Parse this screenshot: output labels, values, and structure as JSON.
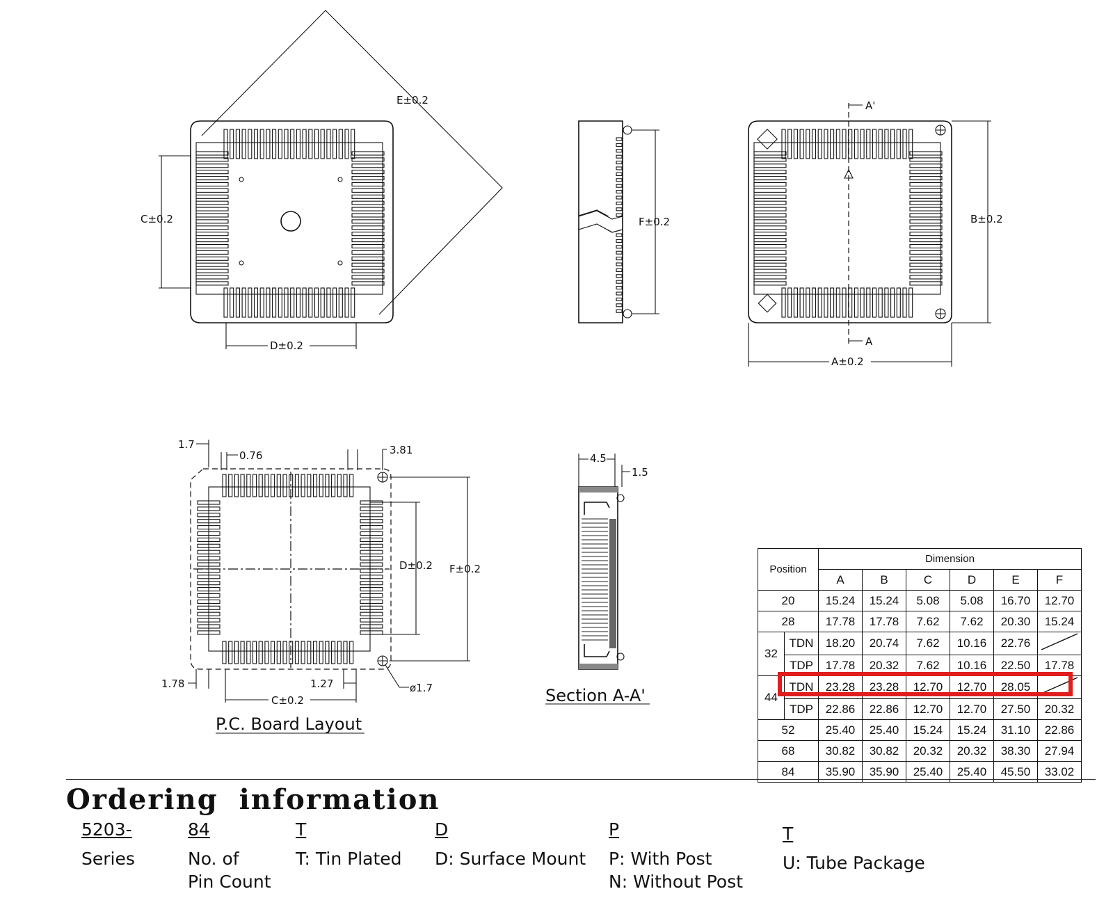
{
  "drawing": {
    "labels": {
      "e_dim": "E±0.2",
      "c_dim": "C±0.2",
      "d_dim": "D±0.2",
      "f_dim": "F±0.2",
      "b_dim": "B±0.2",
      "a_dim": "A±0.2",
      "section_a_prime": "A'",
      "section_a": "A",
      "pcb_1_7": "1.7",
      "pcb_0_76": "0.76",
      "pcb_3_81": "3.81",
      "pcb_d_dim": "D±0.2",
      "pcb_f_dim": "F±0.2",
      "pcb_1_78": "1.78",
      "pcb_1_27": "1.27",
      "pcb_c_dim": "C±0.2",
      "pcb_hole": "ø1.7",
      "sec_4_5": "4.5",
      "sec_1_5": "1.5"
    },
    "captions": {
      "pcb": "P.C. Board Layout",
      "section": "Section A-A'"
    }
  },
  "table": {
    "position_header": "Position",
    "dimension_header": "Dimension",
    "columns": [
      "A",
      "B",
      "C",
      "D",
      "E",
      "F"
    ],
    "rows": [
      {
        "position": "20",
        "values": [
          "15.24",
          "15.24",
          "5.08",
          "5.08",
          "16.70",
          "12.70"
        ]
      },
      {
        "position": "28",
        "values": [
          "17.78",
          "17.78",
          "7.62",
          "7.62",
          "20.30",
          "15.24"
        ]
      },
      {
        "position": "32",
        "sub": "TDN",
        "values": [
          "18.20",
          "20.74",
          "7.62",
          "10.16",
          "22.76",
          ""
        ]
      },
      {
        "position": "32",
        "sub": "TDP",
        "values": [
          "17.78",
          "20.32",
          "7.62",
          "10.16",
          "22.50",
          "17.78"
        ]
      },
      {
        "position": "44",
        "sub": "TDN",
        "values": [
          "23.28",
          "23.28",
          "12.70",
          "12.70",
          "28.05",
          ""
        ],
        "highlighted": true
      },
      {
        "position": "44",
        "sub": "TDP",
        "values": [
          "22.86",
          "22.86",
          "12.70",
          "12.70",
          "27.50",
          "20.32"
        ]
      },
      {
        "position": "52",
        "values": [
          "25.40",
          "25.40",
          "15.24",
          "15.24",
          "31.10",
          "22.86"
        ]
      },
      {
        "position": "68",
        "values": [
          "30.82",
          "30.82",
          "20.32",
          "20.32",
          "38.30",
          "27.94"
        ]
      },
      {
        "position": "84",
        "values": [
          "35.90",
          "35.90",
          "25.40",
          "25.40",
          "45.50",
          "33.02"
        ]
      }
    ],
    "highlight_color": "#e01e1e"
  },
  "ordering": {
    "title": "Ordering information",
    "items": [
      {
        "code": "5203-",
        "desc": "Series"
      },
      {
        "code": "84",
        "desc": "No. of\nPin Count"
      },
      {
        "code": "T",
        "desc": "T: Tin Plated"
      },
      {
        "code": "D",
        "desc": "D: Surface Mount"
      },
      {
        "code": "P",
        "desc": "P: With Post\nN: Without Post"
      },
      {
        "code": "T",
        "desc": "U: Tube Package"
      }
    ]
  }
}
